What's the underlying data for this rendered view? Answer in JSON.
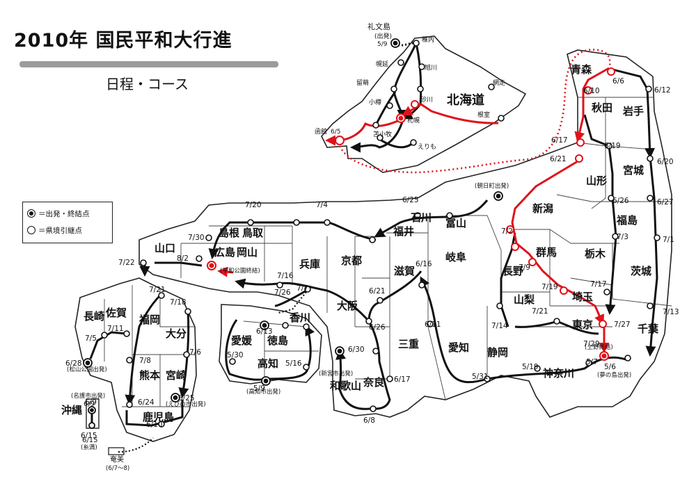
{
  "title": "2010年 国民平和大行進",
  "subtitle": "日程・コース",
  "legend": {
    "start_end": "＝出発・終結点",
    "relay": "＝県境引継点"
  },
  "prefectures": [
    "北海道",
    "青森",
    "秋田",
    "岩手",
    "山形",
    "宮城",
    "新潟",
    "福島",
    "栃木",
    "茨城",
    "群馬",
    "長野",
    "山梨",
    "埼玉",
    "千葉",
    "東京",
    "神奈川",
    "静岡",
    "富山",
    "石川",
    "福井",
    "岐阜",
    "愛知",
    "滋賀",
    "三重",
    "京都",
    "奈良",
    "和歌山",
    "大阪",
    "兵庫",
    "鳥取",
    "島根",
    "岡山",
    "広島",
    "山口",
    "香川",
    "徳島",
    "愛媛",
    "高知",
    "福岡",
    "佐賀",
    "長崎",
    "大分",
    "熊本",
    "宮崎",
    "鹿児島",
    "沖縄"
  ],
  "hokkaido_places": [
    "礼文島",
    "(出発)",
    "5/9",
    "稚内",
    "幌延",
    "留萌",
    "旭川",
    "網走",
    "小樽",
    "砂川",
    "札幌",
    "根室",
    "苫小牧",
    "えりも",
    "函館",
    "6/5"
  ],
  "dates": [
    "6/6",
    "6/10",
    "6/12",
    "6/17",
    "6/19",
    "6/20",
    "6/21",
    "6/26",
    "6/27",
    "7/3",
    "7/1",
    "7/2",
    "7/9",
    "7/17",
    "7/13",
    "7/19",
    "7/21",
    "7/14",
    "7/27",
    "7/29",
    "5/6",
    "5/7",
    "5/19",
    "5/31",
    "6/11",
    "6/16",
    "6/25",
    "7/4",
    "7/20",
    "7/30",
    "8/2",
    "7/22",
    "7/16",
    "7/26",
    "7/7",
    "6/21",
    "6/26",
    "6/30",
    "6/17",
    "6/8",
    "6/13",
    "5/30",
    "5/16",
    "5/9",
    "7/21",
    "7/18",
    "7/11",
    "7/5",
    "6/28",
    "7/8",
    "7/6",
    "6/24",
    "6/25",
    "6/10",
    "6/9",
    "6/15"
  ],
  "notes": {
    "asahimachi": "(朝日町出発)",
    "peace_park": "(平和公園終結)",
    "ueno": "(上野終結)",
    "yumenoshima": "(夢の島出発)",
    "shingu": "(新宮市出発)",
    "kochi": "(高知市出発)",
    "ebino": "(えびの市出発)",
    "matsuyama": "(松山公園出発)",
    "nago": "(名護市出発)",
    "itoman": "(糸満)",
    "amami": "奄美",
    "amami_date": "(6/7〜8)",
    "nago_date": "6/9",
    "itoman_date": "6/15"
  },
  "colors": {
    "route": "#111111",
    "red_route": "#e0121b",
    "bar": "#9b9b9b"
  }
}
